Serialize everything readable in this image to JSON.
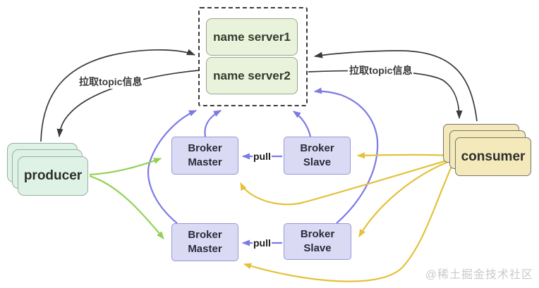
{
  "diagram": {
    "title_context": "RocketMQ architecture diagram",
    "name_servers": {
      "server1": "name server1",
      "server2": "name server2"
    },
    "producer": {
      "label": "producer"
    },
    "consumer": {
      "label": "consumer"
    },
    "brokers": {
      "master1": {
        "line1": "Broker",
        "line2": "Master"
      },
      "slave1": {
        "line1": "Broker",
        "line2": "Slave"
      },
      "master2": {
        "line1": "Broker",
        "line2": "Master"
      },
      "slave2": {
        "line1": "Broker",
        "line2": "Slave"
      }
    },
    "edge_labels": {
      "pull_topic_left": "拉取topic信息",
      "pull_topic_right": "拉取topic信息",
      "pull_top": "pull",
      "pull_bottom": "pull"
    },
    "watermark": "@稀土掘金技术社区",
    "colors": {
      "name_server_fill": "#e9f3db",
      "producer_fill": "#def3e5",
      "consumer_fill": "#f3e9bb",
      "broker_fill": "#dadaf5",
      "arrow_black": "#3a3a3a",
      "arrow_purple": "#7c7ae4",
      "arrow_green": "#90d153",
      "arrow_yellow": "#e3c23a"
    }
  }
}
